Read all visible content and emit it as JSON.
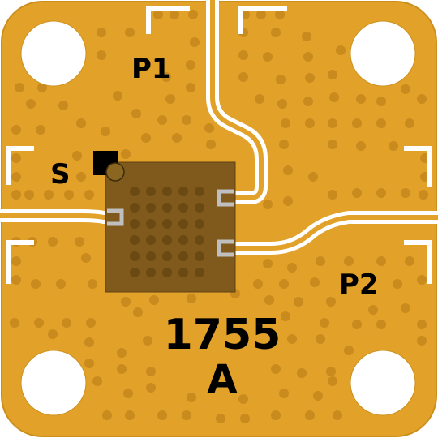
{
  "labels": {
    "port1": "P1",
    "port2": "P2",
    "source": "S",
    "part_number": "1755",
    "revision": "A"
  },
  "colors": {
    "board": "#E2A229",
    "board_edge": "#CC8F1C",
    "via": "#C98A1E",
    "trace": "#FFFFFF",
    "chip": "#7F5A1C",
    "chip_via": "#6A4913",
    "pad": "#BFBFBF",
    "marker": "#000000"
  }
}
